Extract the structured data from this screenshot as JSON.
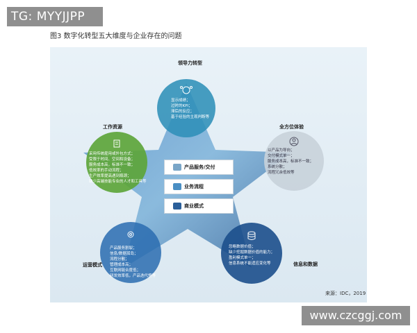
{
  "watermark_top": "TG: MYYJJPP",
  "watermark_bottom": "www.czcggj.com",
  "figure_title": "图3  数字化转型五大维度与企业存在的问题",
  "source": "来源：IDC，2019",
  "nodes": {
    "leadership": {
      "label": "领导力转型",
      "color": "#2f8fb8",
      "icon": "people-network-icon",
      "lines": [
        "显示成绩；",
        "过时的KPI；",
        "滞后的反应；",
        "基于经验的主观判断等"
      ]
    },
    "omni": {
      "label": "全方位体验",
      "color": "#c8d2da",
      "icon": "person-circle-icon",
      "lines": [
        "以产品为导向；",
        "交付模式单一；",
        "服务成本高，标准不一致；",
        "系统分散；",
        "流程冗余低效等"
      ]
    },
    "info": {
      "label": "信息和数据",
      "color": "#1c4f8c",
      "icon": "database-icon",
      "lines": [
        "忽略数据价值；",
        "缺少挖掘数据价值的能力；",
        "盈利模式单一；",
        "信息系统不能适应变化等"
      ]
    },
    "operations": {
      "label": "运营模式",
      "color": "#2a6cb0",
      "icon": "gear-icon",
      "lines": [
        "产品服务割裂；",
        "信息/数据孤岛；",
        "流程分散；",
        "管理成本高；",
        "互联网链合度低；",
        "研发效率低，产品迭代慢等"
      ]
    },
    "workforce": {
      "label": "工作资源",
      "color": "#5da53a",
      "icon": "document-icon",
      "lines": [
        "采用传统雇用或外包方式；",
        "受限于时间、空间和设备；",
        "服务成本高，标准不一致；",
        "低效率的手动流程；",
        "生产效率提高遇到瓶颈；",
        "缺少高端技能专业的人才和工具等"
      ]
    }
  },
  "center": {
    "items": [
      "产品服务/交付",
      "业务流程",
      "商业模式"
    ]
  }
}
